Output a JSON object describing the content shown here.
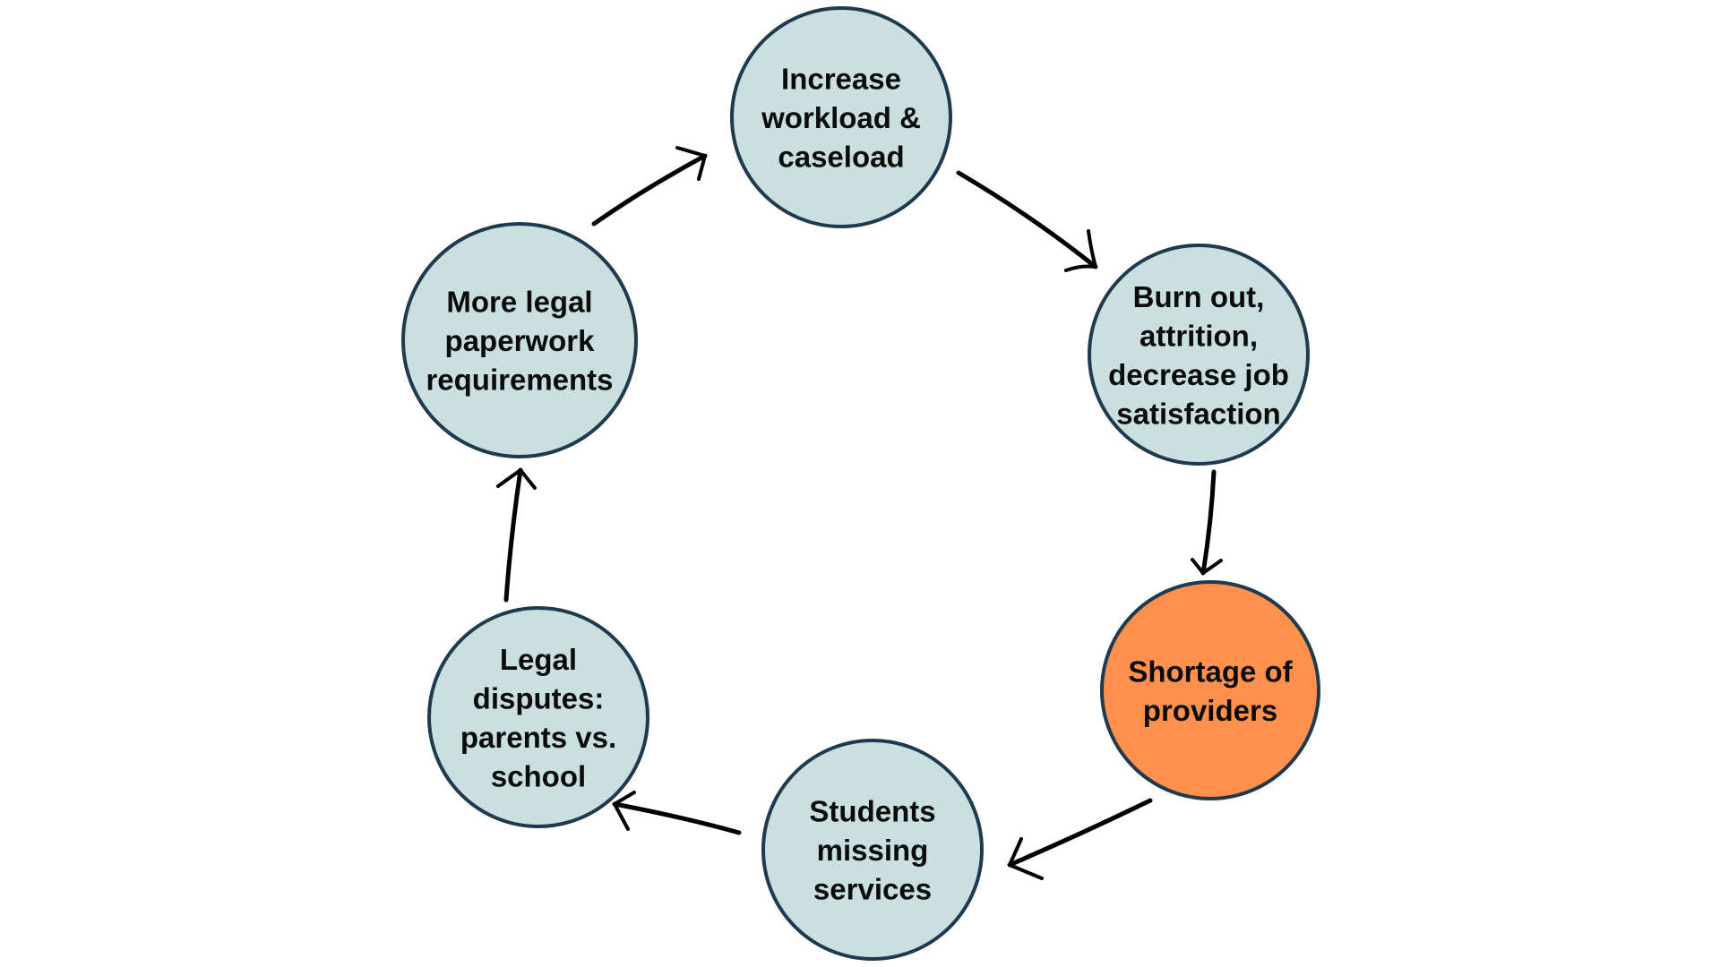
{
  "diagram": {
    "type": "cycle",
    "colors": {
      "node_fill": "#C9DFE0",
      "highlight_fill": "#FF914D",
      "node_border": "#1F3A4F",
      "text": "#0B0B0B",
      "arrow": "#000000"
    },
    "nodes": [
      {
        "id": "workload",
        "lines": [
          "Increase",
          "workload &",
          "caseload"
        ],
        "highlight": false
      },
      {
        "id": "burnout",
        "lines": [
          "Burn out,",
          "attrition,",
          "decrease job",
          "satisfaction"
        ],
        "highlight": false
      },
      {
        "id": "shortage",
        "lines": [
          "Shortage of",
          "providers"
        ],
        "highlight": true
      },
      {
        "id": "students",
        "lines": [
          "Students",
          "missing",
          "services"
        ],
        "highlight": false
      },
      {
        "id": "disputes",
        "lines": [
          "Legal",
          "disputes:",
          "parents vs.",
          "school"
        ],
        "highlight": false
      },
      {
        "id": "paperwork",
        "lines": [
          "More legal",
          "paperwork",
          "requirements"
        ],
        "highlight": false
      }
    ],
    "edges": [
      {
        "from": "workload",
        "to": "burnout"
      },
      {
        "from": "burnout",
        "to": "shortage"
      },
      {
        "from": "shortage",
        "to": "students"
      },
      {
        "from": "students",
        "to": "disputes"
      },
      {
        "from": "disputes",
        "to": "paperwork"
      },
      {
        "from": "paperwork",
        "to": "workload"
      }
    ]
  }
}
